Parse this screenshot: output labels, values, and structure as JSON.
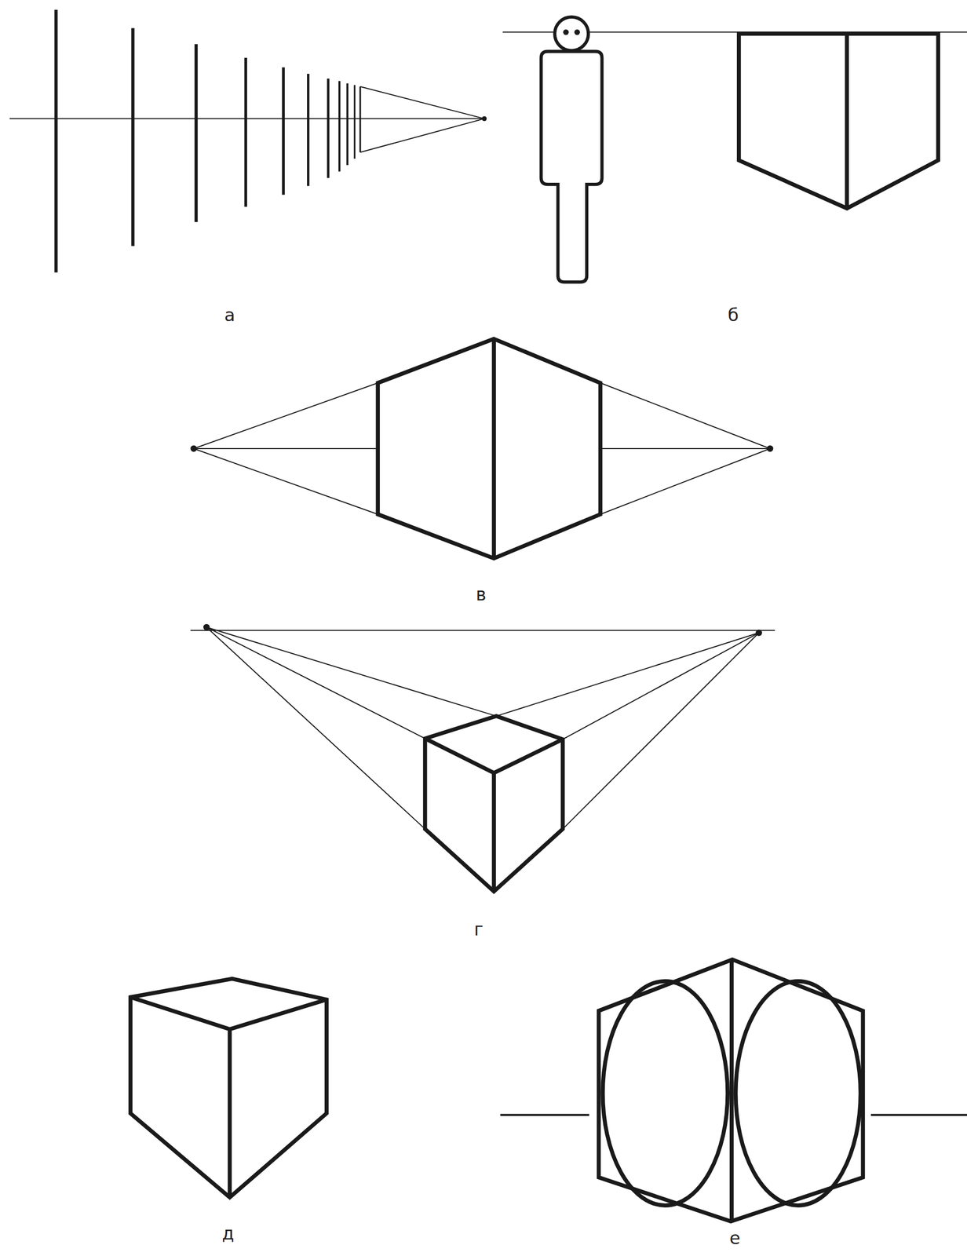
{
  "diagram": {
    "labels": [
      "а",
      "б",
      "в",
      "г",
      "д",
      "е"
    ]
  }
}
